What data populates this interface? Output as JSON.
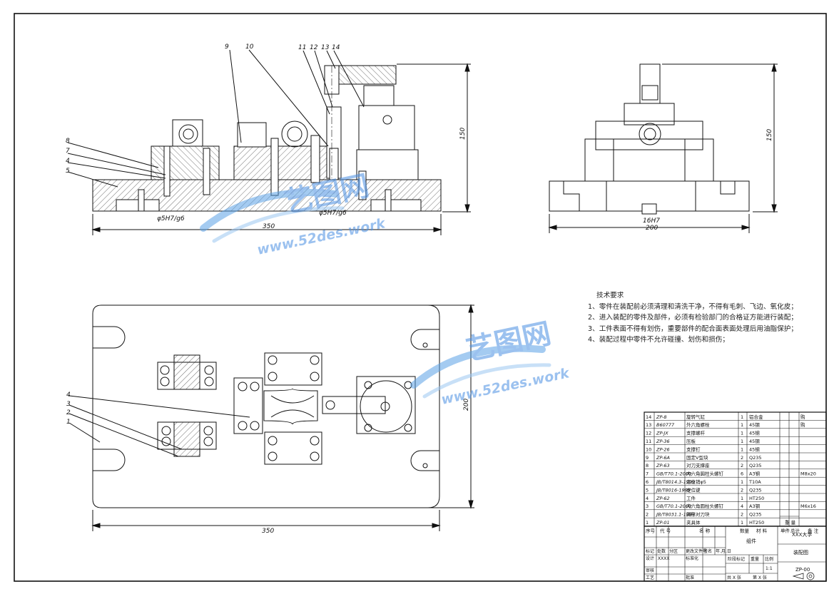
{
  "views": {
    "front": {
      "callouts": [
        "9",
        "10",
        "11",
        "12",
        "13",
        "14",
        "8",
        "7",
        "4",
        "5"
      ],
      "fit_left": "φ5H7/g6",
      "fit_right": "φ5H7/g6",
      "width_dim": "350",
      "height_dim": "150"
    },
    "side": {
      "fit": "16H7",
      "width_dim": "200",
      "height_dim": "150"
    },
    "top": {
      "callouts": [
        "4",
        "3",
        "2",
        "1"
      ],
      "width_dim": "350",
      "height_dim": "200"
    }
  },
  "watermark": {
    "brand": "艺图网",
    "url": "www.52des.work"
  },
  "tech_requirements": {
    "title": "技术要求",
    "items": [
      "1、零件在装配前必须清理和清洗干净，不得有毛刺、飞边、氧化皮；",
      "2、进入装配的零件及部件，必须有检验部门的合格证方能进行装配；",
      "3、工件表面不得有划伤，重要部件的配合面表面处理后用油脂保护；",
      "4、装配过程中零件不允许碰撞、划伤和损伤；"
    ]
  },
  "bom": {
    "rows": [
      {
        "no": "14",
        "code": "ZP-8",
        "name": "旋转气缸",
        "qty": "1",
        "material": "铝合金",
        "note": "购"
      },
      {
        "no": "13",
        "code": "B60777",
        "name": "外六角螺栓",
        "qty": "1",
        "material": "45钢",
        "note": "购"
      },
      {
        "no": "12",
        "code": "ZP-JX",
        "name": "支撑螺杆",
        "qty": "1",
        "material": "45钢",
        "note": ""
      },
      {
        "no": "11",
        "code": "ZP-36",
        "name": "压板",
        "qty": "1",
        "material": "45钢",
        "note": ""
      },
      {
        "no": "10",
        "code": "ZP-26",
        "name": "支撑钉",
        "qty": "1",
        "material": "45钢",
        "note": ""
      },
      {
        "no": "9",
        "code": "ZP-6A",
        "name": "固定V型块",
        "qty": "2",
        "material": "Q235",
        "note": ""
      },
      {
        "no": "8",
        "code": "ZP-63",
        "name": "对刀支撑座",
        "qty": "2",
        "material": "Q235",
        "note": ""
      },
      {
        "no": "7",
        "code": "GB/T70.1-2000",
        "name": "内六角圆柱头螺钉",
        "qty": "6",
        "material": "A3钢",
        "note": "M8x20"
      },
      {
        "no": "6",
        "code": "JB/T8014.3-1999",
        "name": "定位销φ5",
        "qty": "1",
        "material": "T10A",
        "note": ""
      },
      {
        "no": "5",
        "code": "JB/T8016-1999",
        "name": "定位键",
        "qty": "2",
        "material": "Q235",
        "note": ""
      },
      {
        "no": "4",
        "code": "ZP-62",
        "name": "工件",
        "qty": "1",
        "material": "HT250",
        "note": ""
      },
      {
        "no": "3",
        "code": "GB/T70.1-2000",
        "name": "内六角圆柱头螺钉",
        "qty": "4",
        "material": "A3钢",
        "note": "M6x16"
      },
      {
        "no": "2",
        "code": "JB/T8031.1-1999",
        "name": "圆形对刀块",
        "qty": "2",
        "material": "Q235",
        "note": ""
      },
      {
        "no": "1",
        "code": "ZP-01",
        "name": "夹具体",
        "qty": "1",
        "material": "HT250",
        "note": ""
      }
    ],
    "header": {
      "no": "序号",
      "code": "代 号",
      "name": "名 称",
      "qty": "数量",
      "material": "材 料",
      "single": "单件",
      "total": "总计",
      "weight": "重 量",
      "note": "备 注"
    }
  },
  "title_block": {
    "group": "组件",
    "university": "XXX大学",
    "drawing_name": "装配图",
    "drawing_no": "ZP-00",
    "scale_label": "比例",
    "scale": "1:1",
    "weight_label": "重量",
    "stage_label": "阶段标记",
    "sheets_total": "共 X 张",
    "sheet_no": "第 X 张",
    "designer_label": "设计",
    "designer": "XXXX",
    "standard_label": "标准化",
    "review_label": "审核",
    "craft_label": "工艺",
    "approve_label": "批准",
    "mark_label": "标记",
    "count_label": "处数",
    "zone_label": "分区",
    "change_label": "更改文件号",
    "sign_label": "签名",
    "date_label": "年.月.日"
  }
}
